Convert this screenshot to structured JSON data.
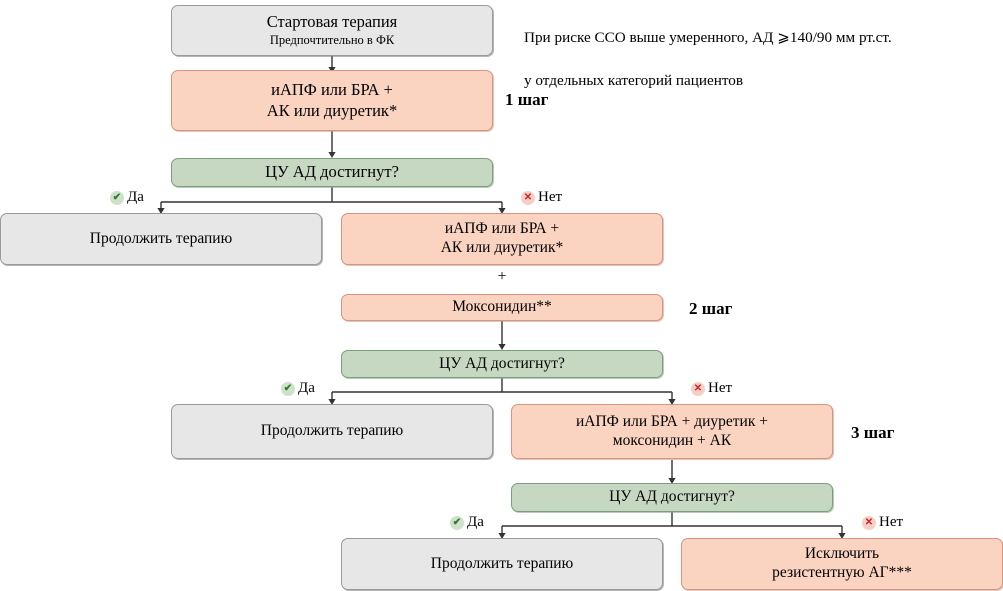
{
  "note": {
    "line1": "При риске ССО выше умеренного, АД ⩾140/90 мм рт.ст.",
    "line2": "у отдельных категорий пациентов"
  },
  "steps": [
    {
      "label": "1 шаг"
    },
    {
      "label": "2 шаг"
    },
    {
      "label": "3 шаг"
    }
  ],
  "boxes": {
    "start": {
      "title": "Стартовая терапия",
      "subtitle": "Предпочтительно в ФК"
    },
    "step1_therapy": {
      "line1": "иАПФ или БРА +",
      "line2": "АК или диуретик*"
    },
    "decision1": {
      "text": "ЦУ АД достигнут?"
    },
    "continue1": {
      "text": "Продолжить терапию"
    },
    "step2_therapy": {
      "line1": "иАПФ или БРА +",
      "line2": "АК или диуретик*"
    },
    "plus1": {
      "text": "+"
    },
    "moxonidine": {
      "text": "Моксонидин**"
    },
    "decision2": {
      "text": "ЦУ АД достигнут?"
    },
    "continue2": {
      "text": "Продолжить терапию"
    },
    "step3_therapy": {
      "line1": "иАПФ или БРА + диуретик +",
      "line2": "моксонидин + АК"
    },
    "decision3": {
      "text": "ЦУ АД достигнут?"
    },
    "continue3": {
      "text": "Продолжить терапию"
    },
    "exclude": {
      "line1": "Исключить",
      "line2": "резистентную АГ***"
    }
  },
  "tags": {
    "yes": {
      "label": "Да",
      "glyph": "✔",
      "color": "#2f7a33"
    },
    "no": {
      "label": "Нет",
      "glyph": "✕",
      "color": "#cc2222"
    }
  },
  "colors": {
    "gray_fill": "#e7e7e7",
    "gray_border": "#9a9a9a",
    "pink_fill": "#fad3c1",
    "pink_border": "#d79480",
    "green_fill": "#c6d8c2",
    "green_border": "#7d9e7c",
    "wire": "#333333"
  }
}
